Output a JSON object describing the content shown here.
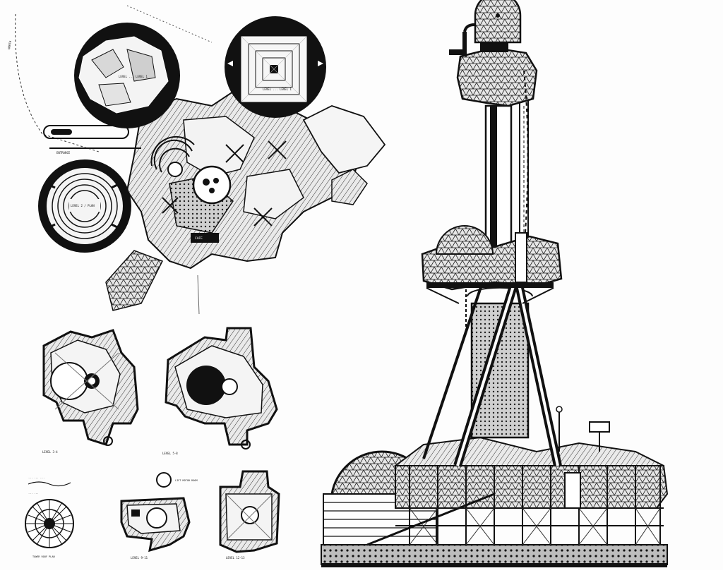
{
  "colors": {
    "ink": "#111111",
    "paper": "#fdfdfd",
    "tone": "#9a9a9a",
    "light": "#d8d8d8"
  },
  "site_plan": {
    "circle_nw_label": "LEVEL ... LEVEL 1",
    "circle_ne_label": "LEVEL ... LEVEL 1",
    "circle_w_label": "LEVEL 2 / PLAN"
  },
  "floor_plans": {
    "plan_1_caption": "LEVEL 3-4",
    "plan_2_caption": "LEVEL 5-8",
    "plan_3_caption": "LEVEL 9-11",
    "plan_4_caption": "LEVEL 12-13",
    "small_note": "LIFT MOTOR ROOM",
    "round_plan_caption": "TOWER ROOF PLAN",
    "legend_line_1": "... ... ...",
    "legend_line_2": "... ..."
  },
  "elevation": {
    "dome_left": "geodesic-dome",
    "dome_mid": "geodesic-dome",
    "dome_top": "geodesic-dome"
  }
}
